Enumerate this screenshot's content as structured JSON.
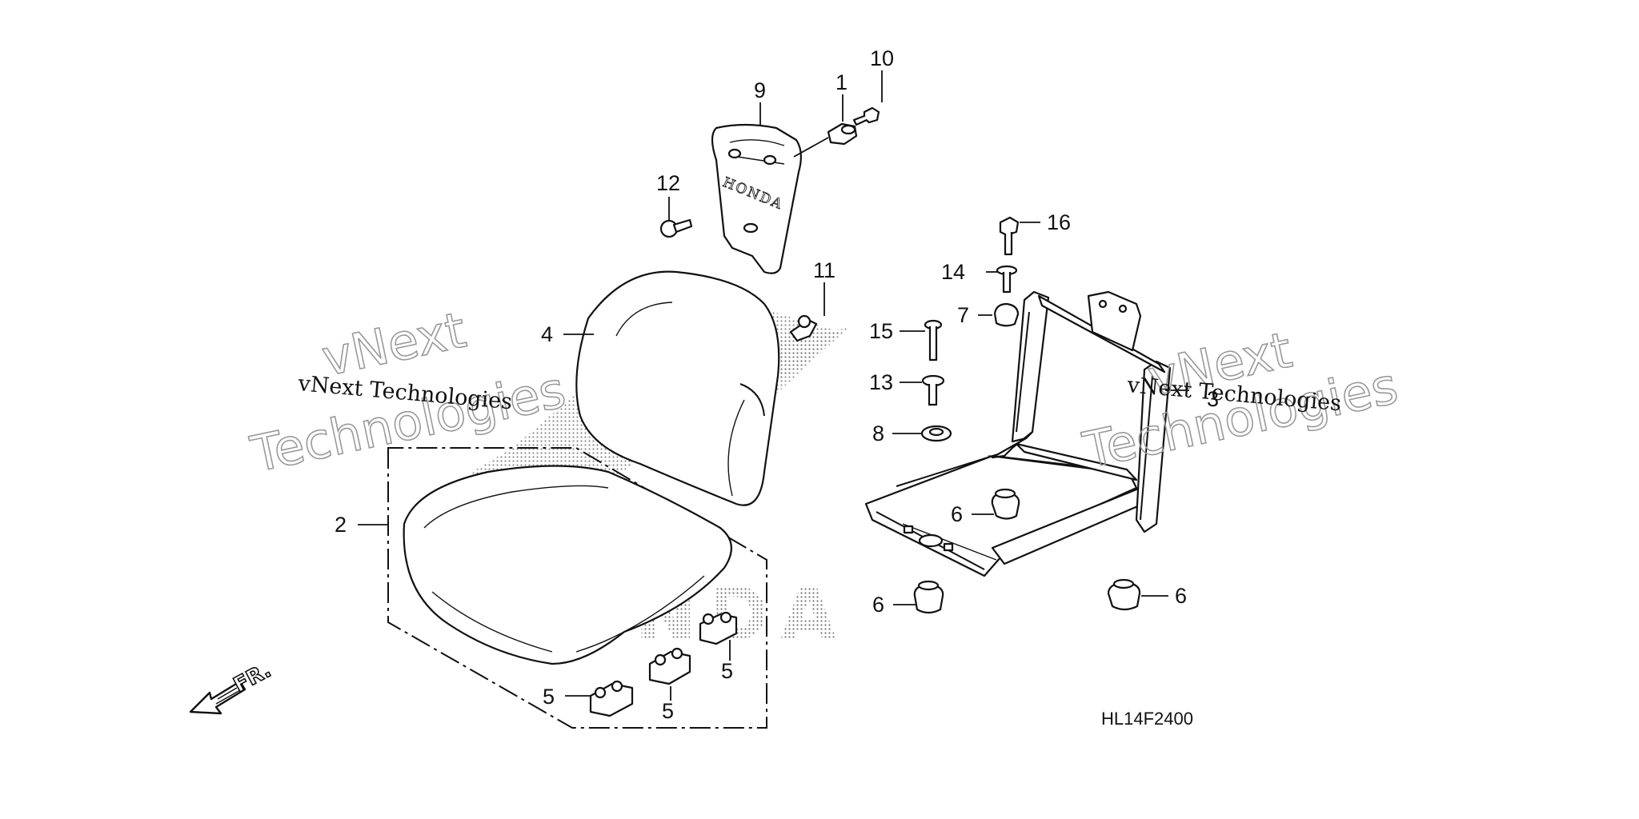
{
  "callouts": {
    "c1": "1",
    "c2": "2",
    "c3": "3",
    "c4": "4",
    "c5a": "5",
    "c5b": "5",
    "c5c": "5",
    "c6a": "6",
    "c6b": "6",
    "c6c": "6",
    "c7": "7",
    "c8": "8",
    "c9": "9",
    "c10": "10",
    "c11": "11",
    "c12": "12",
    "c13": "13",
    "c14": "14",
    "c15": "15",
    "c16": "16"
  },
  "watermark": {
    "line_left": "vNext Technologies",
    "line_right": "vNext Technologies",
    "big_word_1": "vNext",
    "big_word_2": "Technologies"
  },
  "logo_text": "HONDA",
  "fr_label": "FR.",
  "diagram_code": "HL14F2400"
}
